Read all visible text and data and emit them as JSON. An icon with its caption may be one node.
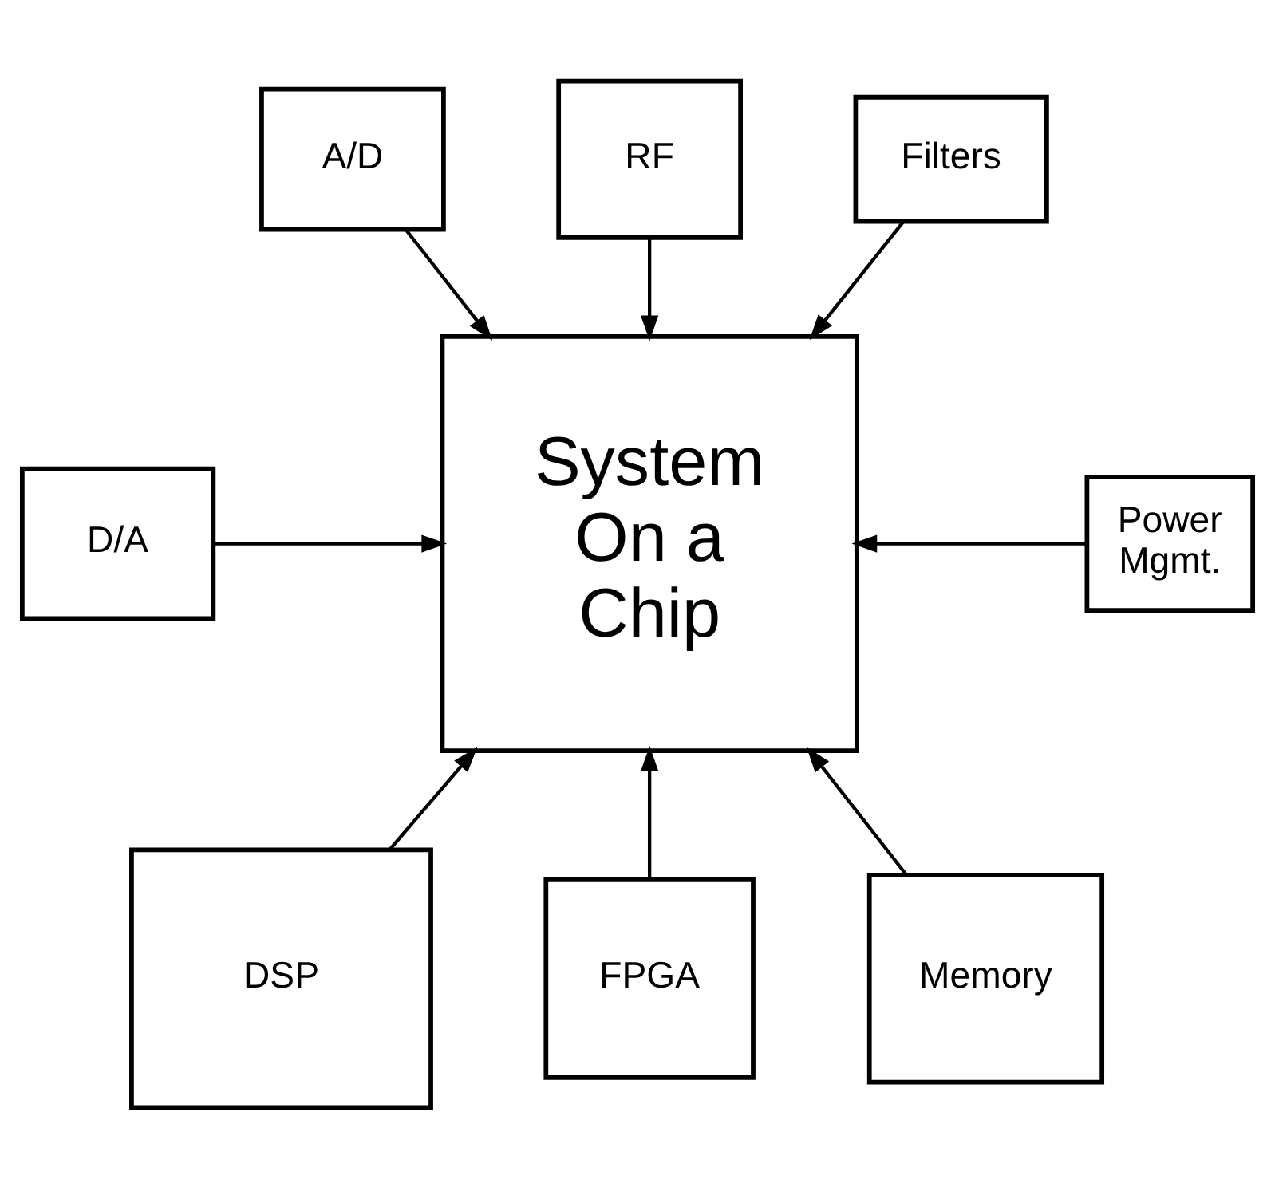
{
  "diagram": {
    "nodes": [
      {
        "text": [
          "A/D"
        ]
      },
      {
        "text": [
          "RF"
        ]
      },
      {
        "text": [
          "Filters"
        ]
      },
      {
        "text": [
          "D/A"
        ]
      },
      {
        "text": [
          "System On a Chip"
        ]
      },
      {
        "text": [
          "Power Mgmt."
        ]
      },
      {
        "text": [
          "DSP"
        ]
      },
      {
        "text": [
          "FPGA"
        ]
      },
      {
        "text": [
          "Memory"
        ]
      }
    ],
    "edges": [
      {
        "from": 0,
        "to": 4,
        "arrow": "to"
      },
      {
        "from": 1,
        "to": 4,
        "arrow": "to"
      },
      {
        "from": 2,
        "to": 4,
        "arrow": "to"
      },
      {
        "from": 3,
        "to": 4,
        "arrow": "to"
      },
      {
        "from": 5,
        "to": 4,
        "arrow": "to"
      },
      {
        "from": 6,
        "to": 4,
        "arrow": "to"
      },
      {
        "from": 7,
        "to": 4,
        "arrow": "to"
      },
      {
        "from": 8,
        "to": 4,
        "arrow": "to"
      }
    ]
  }
}
